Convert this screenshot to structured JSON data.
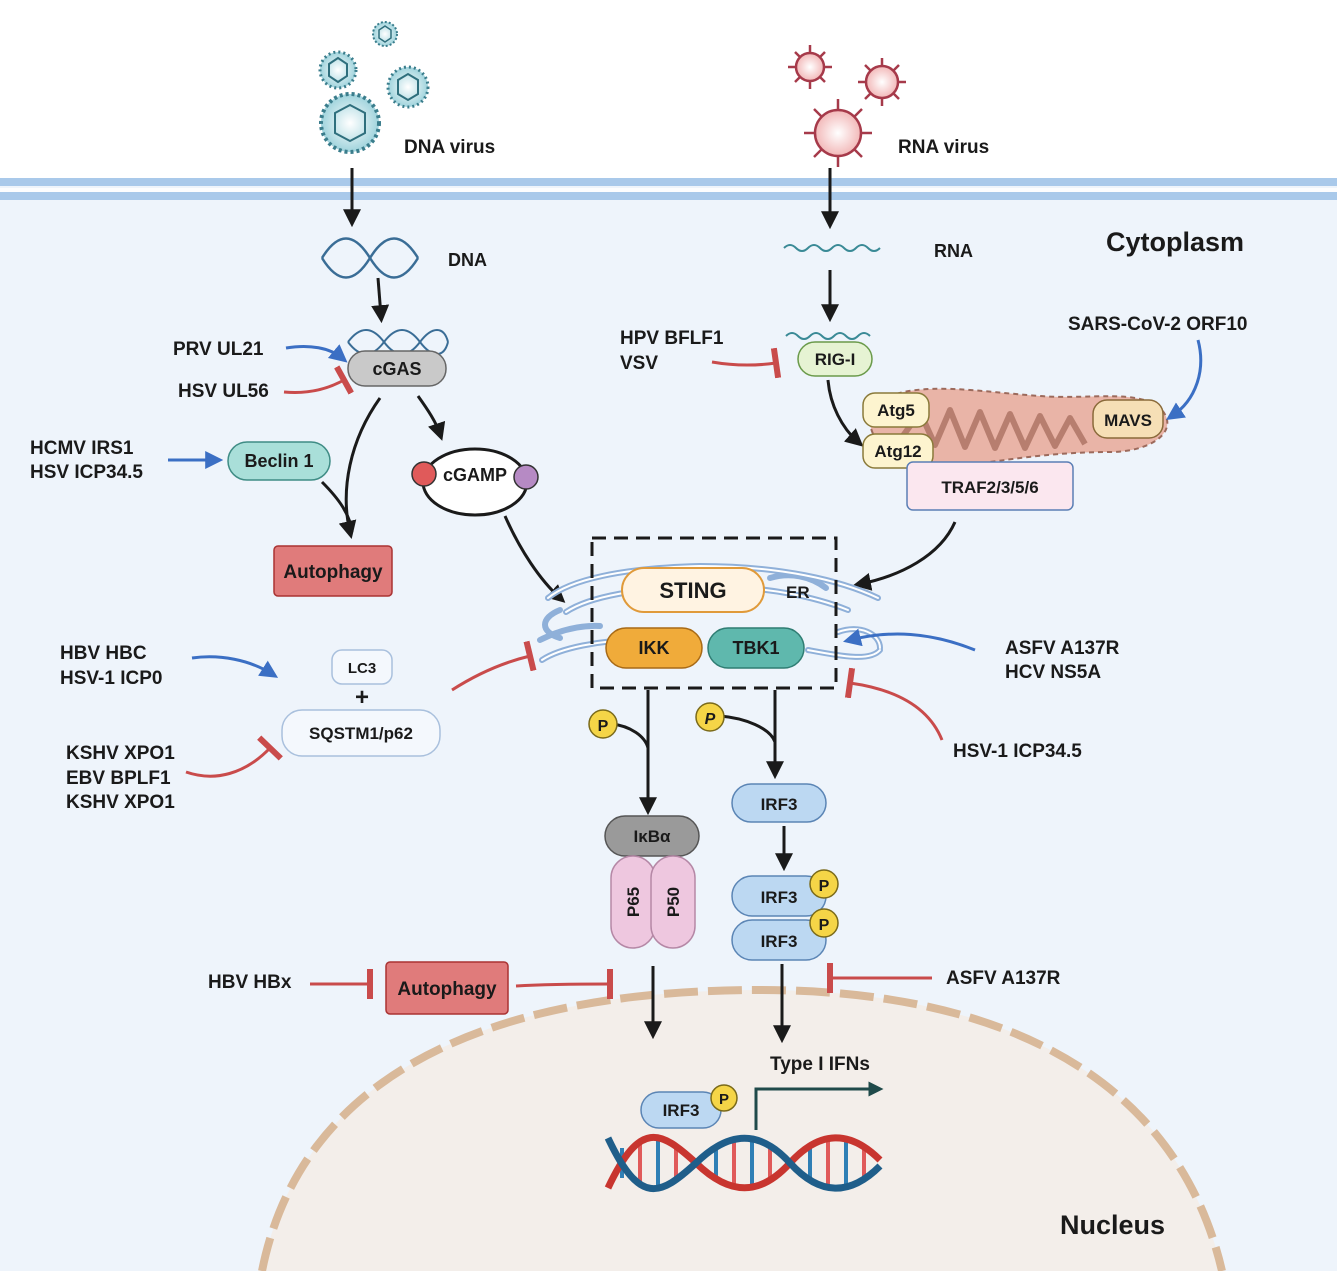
{
  "regions": {
    "cytoplasm": "Cytoplasm",
    "nucleus": "Nucleus",
    "er": "ER"
  },
  "viruses": {
    "dna_virus": "DNA virus",
    "rna_virus": "RNA virus"
  },
  "nucleic_acids": {
    "dna": "DNA",
    "rna": "RNA"
  },
  "nodes": {
    "cgas": "cGAS",
    "cgamp": "cGAMP",
    "beclin1": "Beclin 1",
    "autophagy_top": "Autophagy",
    "rigi": "RIG-I",
    "atg5": "Atg5",
    "atg12": "Atg12",
    "mavs": "MAVS",
    "traf": "TRAF2/3/5/6",
    "sting": "STING",
    "ikk": "IKK",
    "tbk1": "TBK1",
    "lc3": "LC3",
    "plus": "+",
    "sqstm1": "SQSTM1/p62",
    "ikba": "IκBα",
    "p65": "P65",
    "p50": "P50",
    "irf3": "IRF3",
    "irf3_dimer_top": "IRF3",
    "irf3_dimer_bottom": "IRF3",
    "irf3_nucleus": "IRF3",
    "autophagy_bottom": "Autophagy",
    "phospho": "P",
    "type1_ifns": "Type I IFNs"
  },
  "regulators": {
    "prv_ul21": "PRV UL21",
    "hsv_ul56": "HSV UL56",
    "hcmv_irs1": "HCMV IRS1",
    "hsv_icp345": "HSV ICP34.5",
    "hpv_bflf1": "HPV BFLF1",
    "vsv": "VSV",
    "sars_orf10": "SARS-CoV-2 ORF10",
    "hbv_hbc": "HBV HBC",
    "hsv1_icp0": "HSV-1 ICP0",
    "kshv_xpo1_a": "KSHV XPO1",
    "ebv_bplf1": "EBV BPLF1",
    "kshv_xpo1_b": "KSHV XPO1",
    "asfv_a137r_top": "ASFV A137R",
    "hcv_ns5a": "HCV NS5A",
    "hsv1_icp345": "HSV-1 ICP34.5",
    "hbv_hbx": "HBV HBx",
    "asfv_a137r_bottom": "ASFV A137R"
  },
  "colors": {
    "cytoplasm_bg": "#eef4fb",
    "membrane": "#a9c9ea",
    "nucleus_bg": "#f3eeea",
    "nuclear_envelope": "#d9b99a",
    "activate_arrow": "#3b6fc4",
    "inhibit_arrow": "#c94b4b",
    "flow_arrow": "#1a1a1a",
    "autophagy_fill": "#e07b7b",
    "sting_fill": "#fff3e2",
    "ikk_fill": "#f0ab3a",
    "tbk1_fill": "#5fb8ad",
    "irf3_fill": "#bcd8f2",
    "p_fill": "#f5d547",
    "nfkb_fill": "#eec7df",
    "cgas_fill": "#c9c9c9",
    "beclin_fill": "#a9dfd9",
    "rigi_fill": "#e6f3d3",
    "traf_fill": "#fbe7ef",
    "atg_fill": "#fdf4cf",
    "mito_fill": "#e9b4a7"
  }
}
